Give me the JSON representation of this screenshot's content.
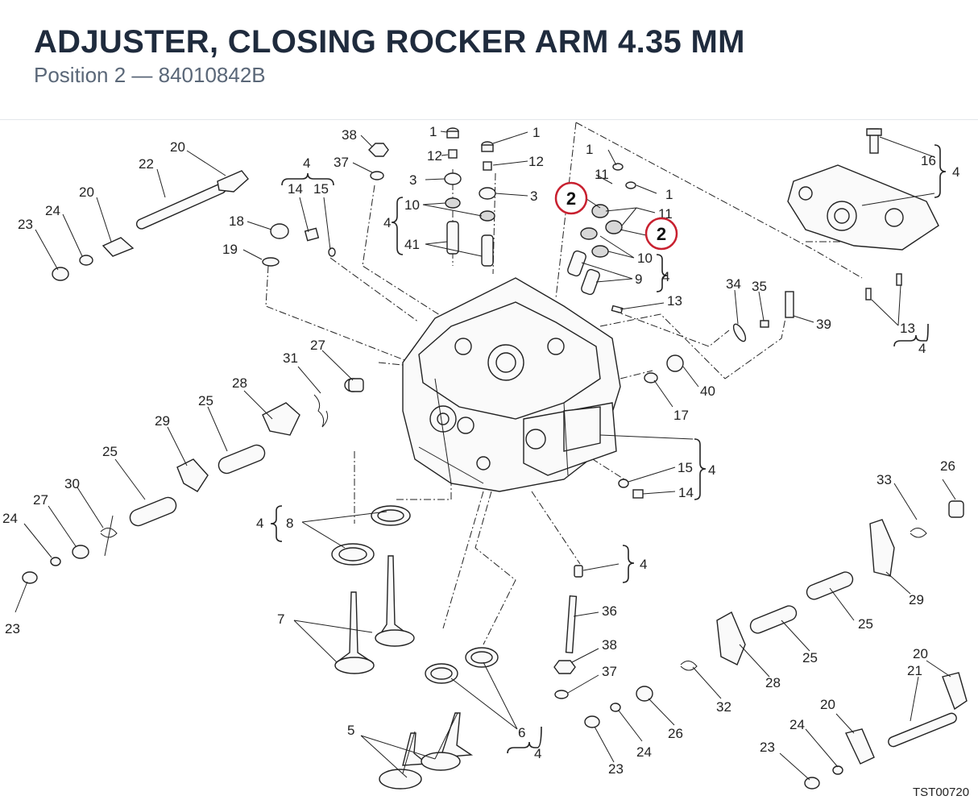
{
  "header": {
    "title": "ADJUSTER, CLOSING ROCKER ARM 4.35 MM",
    "subtitle": "Position 2 — 84010842B"
  },
  "diagram": {
    "callouts": [
      "2",
      "2"
    ],
    "code": "TST00720",
    "labels": [
      "1",
      "1",
      "1",
      "1",
      "12",
      "12",
      "3",
      "3",
      "10",
      "41",
      "4",
      "11",
      "11",
      "10",
      "9",
      "4",
      "38",
      "37",
      "4",
      "14",
      "15",
      "18",
      "19",
      "20",
      "22",
      "20",
      "24",
      "23",
      "16",
      "4",
      "13",
      "13",
      "4",
      "34",
      "35",
      "39",
      "40",
      "17",
      "27",
      "31",
      "28",
      "29",
      "25",
      "25",
      "30",
      "27",
      "24",
      "23",
      "15",
      "4",
      "14",
      "4",
      "8",
      "7",
      "4",
      "36",
      "38",
      "37",
      "26",
      "33",
      "29",
      "25",
      "25",
      "28",
      "32",
      "26",
      "24",
      "23",
      "20",
      "21",
      "20",
      "24",
      "23",
      "5",
      "6",
      "4"
    ]
  }
}
